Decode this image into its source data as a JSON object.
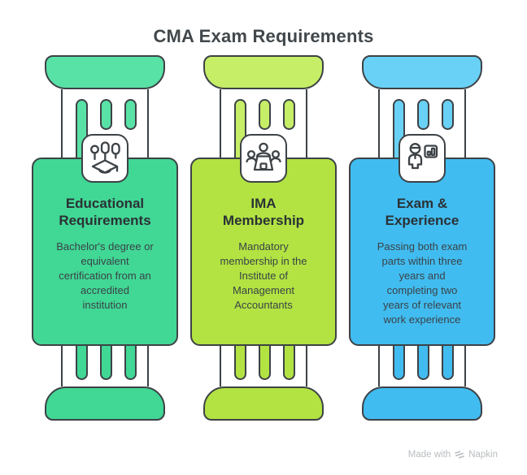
{
  "page_title": "CMA Exam Requirements",
  "outline_color": "#3D4246",
  "pillars": [
    {
      "id": "educational-requirements",
      "title": "Educational\nRequirements",
      "description": "Bachelor's degree or\nequivalent\ncertification from an\naccredited\ninstitution",
      "icon": "education-graduation-cap-icon",
      "colors": {
        "light": "#59E2A6",
        "main": "#41D795"
      }
    },
    {
      "id": "ima-membership",
      "title": "IMA\nMembership",
      "description": "Mandatory\nmembership in the\nInstitute of\nManagement\nAccountants",
      "icon": "team-meeting-icon",
      "colors": {
        "light": "#C6EE67",
        "main": "#B2E342"
      }
    },
    {
      "id": "exam-experience",
      "title": "Exam &\nExperience",
      "description": "Passing both exam\nparts within three\nyears and\ncompleting two\nyears of relevant\nwork experience",
      "icon": "presenter-chart-icon",
      "colors": {
        "light": "#69D1F6",
        "main": "#41BCF0"
      }
    }
  ],
  "footer": {
    "made_with": "Made with",
    "brand": "Napkin"
  }
}
